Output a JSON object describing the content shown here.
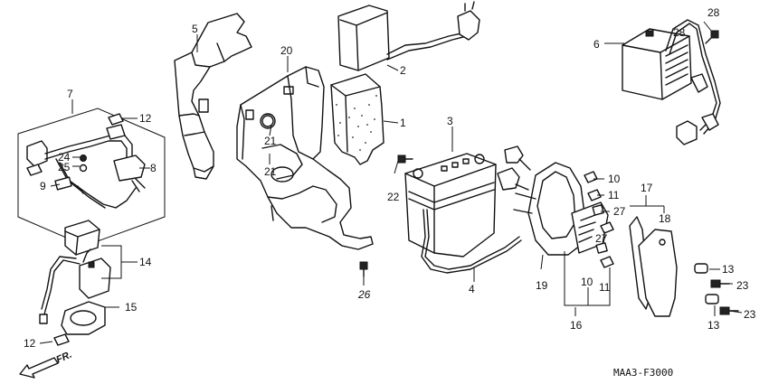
{
  "callouts": {
    "c1": "1",
    "c2": "2",
    "c3": "3",
    "c4": "4",
    "c5": "5",
    "c6": "6",
    "c7": "7",
    "c8": "8",
    "c9": "9",
    "c10a": "10",
    "c10b": "10",
    "c11a": "11",
    "c11b": "11",
    "c12a": "12",
    "c12b": "12",
    "c13a": "13",
    "c13b": "13",
    "c14": "14",
    "c15": "15",
    "c16": "16",
    "c17": "17",
    "c18": "18",
    "c19": "19",
    "c20": "20",
    "c21a": "21",
    "c21b": "21",
    "c22": "22",
    "c23a": "23",
    "c23b": "23",
    "c24": "24",
    "c25": "25",
    "c26": "26",
    "c27a": "27",
    "c27b": "27",
    "c28a": "28",
    "c28b": "28"
  },
  "direction_label": "FR.",
  "diagram_code": "MAA3-F3000"
}
